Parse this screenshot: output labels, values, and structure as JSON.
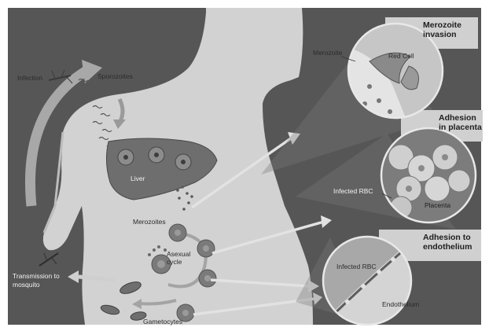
{
  "labels": {
    "infection": "Infection",
    "sporozoites": "Sporozoites",
    "liver": "Liver",
    "merozoites": "Merozoites",
    "asexual_cycle": "Asexual cycle",
    "transmission": "Transmission to mosquito",
    "gametocytes": "Gametocytes",
    "merozoite": "Merozoite",
    "red_cell": "Red Cell",
    "infected_rbc_placenta": "Infected RBC",
    "placenta": "Placenta",
    "infected_rbc_endothelium": "Infected RBC",
    "endothelium": "Endothelium"
  },
  "panels": {
    "merozoite_invasion": "Merozoite invasion",
    "adhesion_placenta": "Adhesion in placenta",
    "adhesion_endothelium": "Adhesion to endothelium"
  },
  "colors": {
    "background": "#565656",
    "body_silhouette": "#d2d2d2",
    "liver": "#6e6e6e",
    "panel_box": "#d0d0d0",
    "circle_fill": "#bdbdbd",
    "arrows": "#e2e2e2"
  }
}
